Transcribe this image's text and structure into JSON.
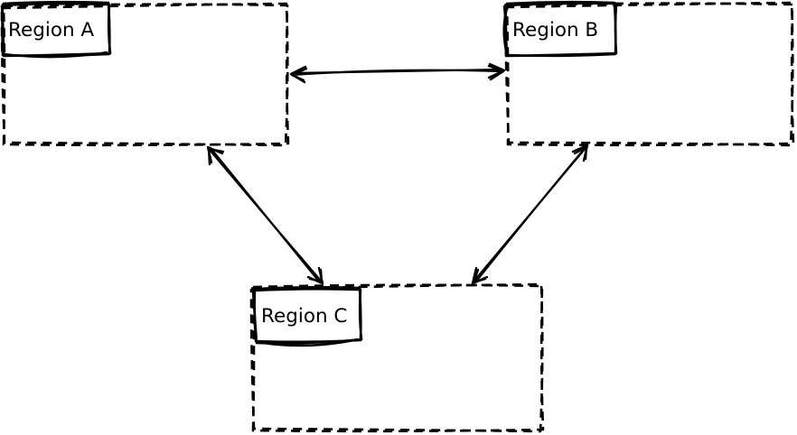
{
  "diagram": {
    "background_color": "#ffffff",
    "stroke_color": "#000000",
    "style": "hand-drawn",
    "regions": [
      {
        "label": "Region A",
        "position": "top-left",
        "border_style": "dashed",
        "label_box_style": "solid"
      },
      {
        "label": "Region B",
        "position": "top-right",
        "border_style": "dashed",
        "label_box_style": "solid"
      },
      {
        "label": "Region C",
        "position": "bottom-center",
        "border_style": "dashed",
        "label_box_style": "solid"
      }
    ],
    "connections": [
      {
        "from": "Region A",
        "to": "Region B",
        "arrow": "bidirectional",
        "line_style": "solid"
      },
      {
        "from": "Region A",
        "to": "Region C",
        "arrow": "bidirectional",
        "line_style": "solid"
      },
      {
        "from": "Region B",
        "to": "Region C",
        "arrow": "bidirectional",
        "line_style": "solid"
      }
    ]
  }
}
